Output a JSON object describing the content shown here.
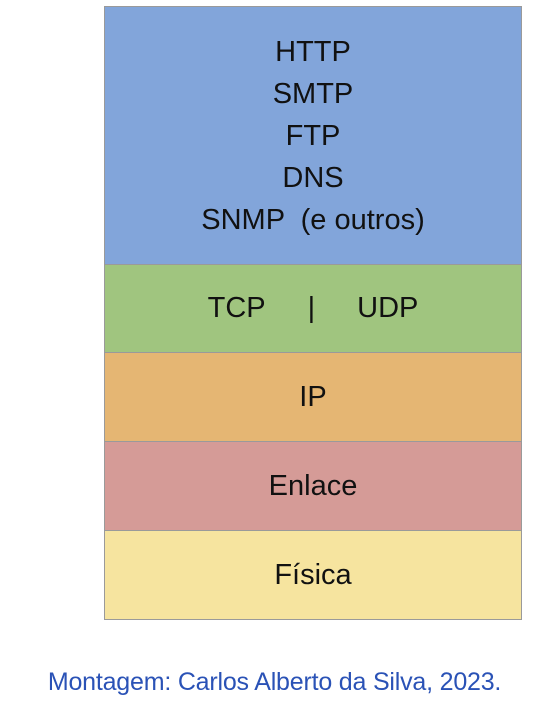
{
  "colors": {
    "application": "#82a5da",
    "transport": "#a0c57f",
    "network": "#e5b673",
    "link": "#d59b97",
    "physical": "#f6e49f",
    "caption": "#2a52b6"
  },
  "layers": {
    "application": {
      "protocols": [
        "HTTP",
        "SMTP",
        "FTP",
        "DNS",
        "SNMP  (e outros)"
      ]
    },
    "transport": {
      "left": "TCP",
      "separator": "|",
      "right": "UDP"
    },
    "network": {
      "label": "IP"
    },
    "link": {
      "label": "Enlace"
    },
    "physical": {
      "label": "Física"
    }
  },
  "caption": "Montagem: Carlos Alberto da Silva, 2023."
}
